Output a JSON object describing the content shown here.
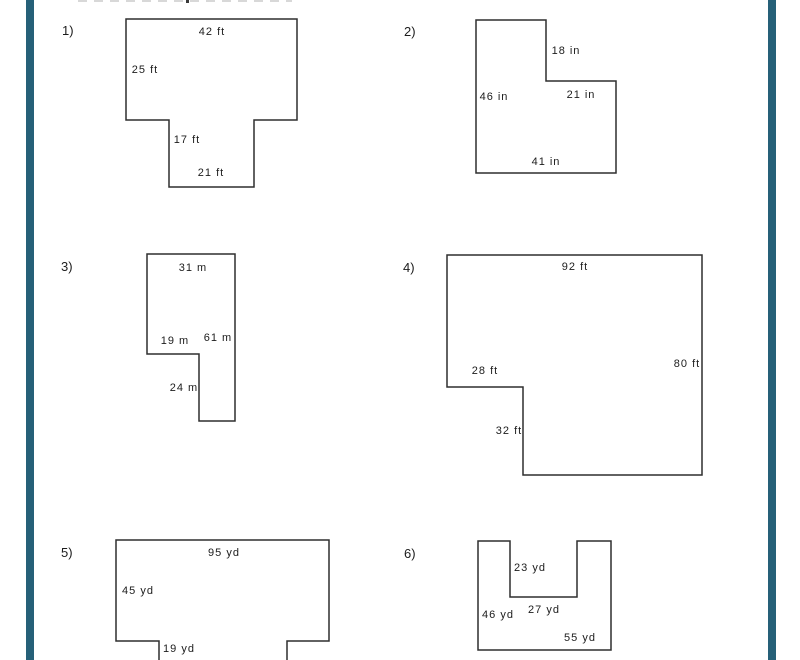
{
  "page": {
    "background": "#ffffff",
    "border_color": "#266078"
  },
  "problems": [
    {
      "number": "1)",
      "unit": "ft",
      "labels": [
        "42 ft",
        "25 ft",
        "17 ft",
        "21 ft"
      ]
    },
    {
      "number": "2)",
      "unit": "in",
      "labels": [
        "18 in",
        "46 in",
        "21 in",
        "41 in"
      ]
    },
    {
      "number": "3)",
      "unit": "m",
      "labels": [
        "31 m",
        "19 m",
        "61 m",
        "24 m"
      ]
    },
    {
      "number": "4)",
      "unit": "ft",
      "labels": [
        "92 ft",
        "28 ft",
        "80 ft",
        "32 ft"
      ]
    },
    {
      "number": "5)",
      "unit": "yd",
      "labels": [
        "95 yd",
        "45 yd",
        "19 yd"
      ]
    },
    {
      "number": "6)",
      "unit": "yd",
      "labels": [
        "23 yd",
        "46 yd",
        "27 yd",
        "55 yd"
      ]
    }
  ]
}
